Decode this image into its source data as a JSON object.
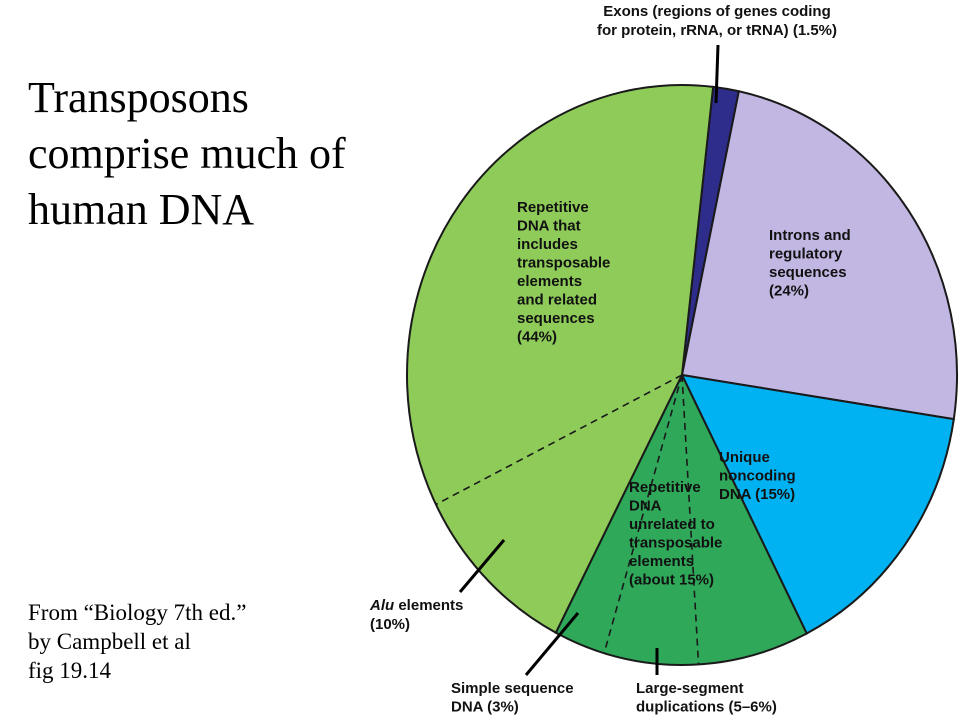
{
  "title_lines": [
    "Transposons",
    "comprise much of",
    "human DNA"
  ],
  "source_lines": [
    "From “Biology 7th ed.”",
    "by Campbell et al",
    "fig 19.14"
  ],
  "colors": {
    "exons": "#2e2d8c",
    "introns": "#c2b6e2",
    "unique": "#00b2f2",
    "unrelated": "#2fa85a",
    "repetitive": "#8ecb58",
    "outline": "#1a1a1a"
  },
  "chart_data": {
    "type": "pie",
    "title": "",
    "slices": [
      {
        "key": "exons",
        "label_lines": [
          "Exons (regions of genes coding",
          "for protein, rRNA, or tRNA) (1.5%)"
        ],
        "value": 1.5
      },
      {
        "key": "introns",
        "label_lines": [
          "Introns and",
          "regulatory",
          "sequences",
          "(24%)"
        ],
        "value": 24
      },
      {
        "key": "unique",
        "label_lines": [
          "Unique",
          "noncoding",
          "DNA (15%)"
        ],
        "value": 15
      },
      {
        "key": "unrelated",
        "label_lines": [
          "Repetitive",
          "DNA",
          "unrelated to",
          "transposable",
          "elements",
          "(about 15%)"
        ],
        "value": 15
      },
      {
        "key": "repetitive",
        "label_lines": [
          "Repetitive",
          "DNA that",
          "includes",
          "transposable",
          "elements",
          "and related",
          "sequences",
          "(44%)"
        ],
        "value": 44
      }
    ],
    "sub_segments": [
      {
        "key": "alu",
        "parent": "repetitive",
        "label_lines": [
          "Alu elements",
          "(10%)"
        ],
        "value": 10
      },
      {
        "key": "simple",
        "parent": "unrelated",
        "label_lines": [
          "Simple sequence",
          "DNA (3%)"
        ],
        "value": 3
      },
      {
        "key": "large",
        "parent": "unrelated",
        "label_lines": [
          "Large-segment",
          "duplications (5–6%)"
        ],
        "value": 5.5
      }
    ]
  }
}
